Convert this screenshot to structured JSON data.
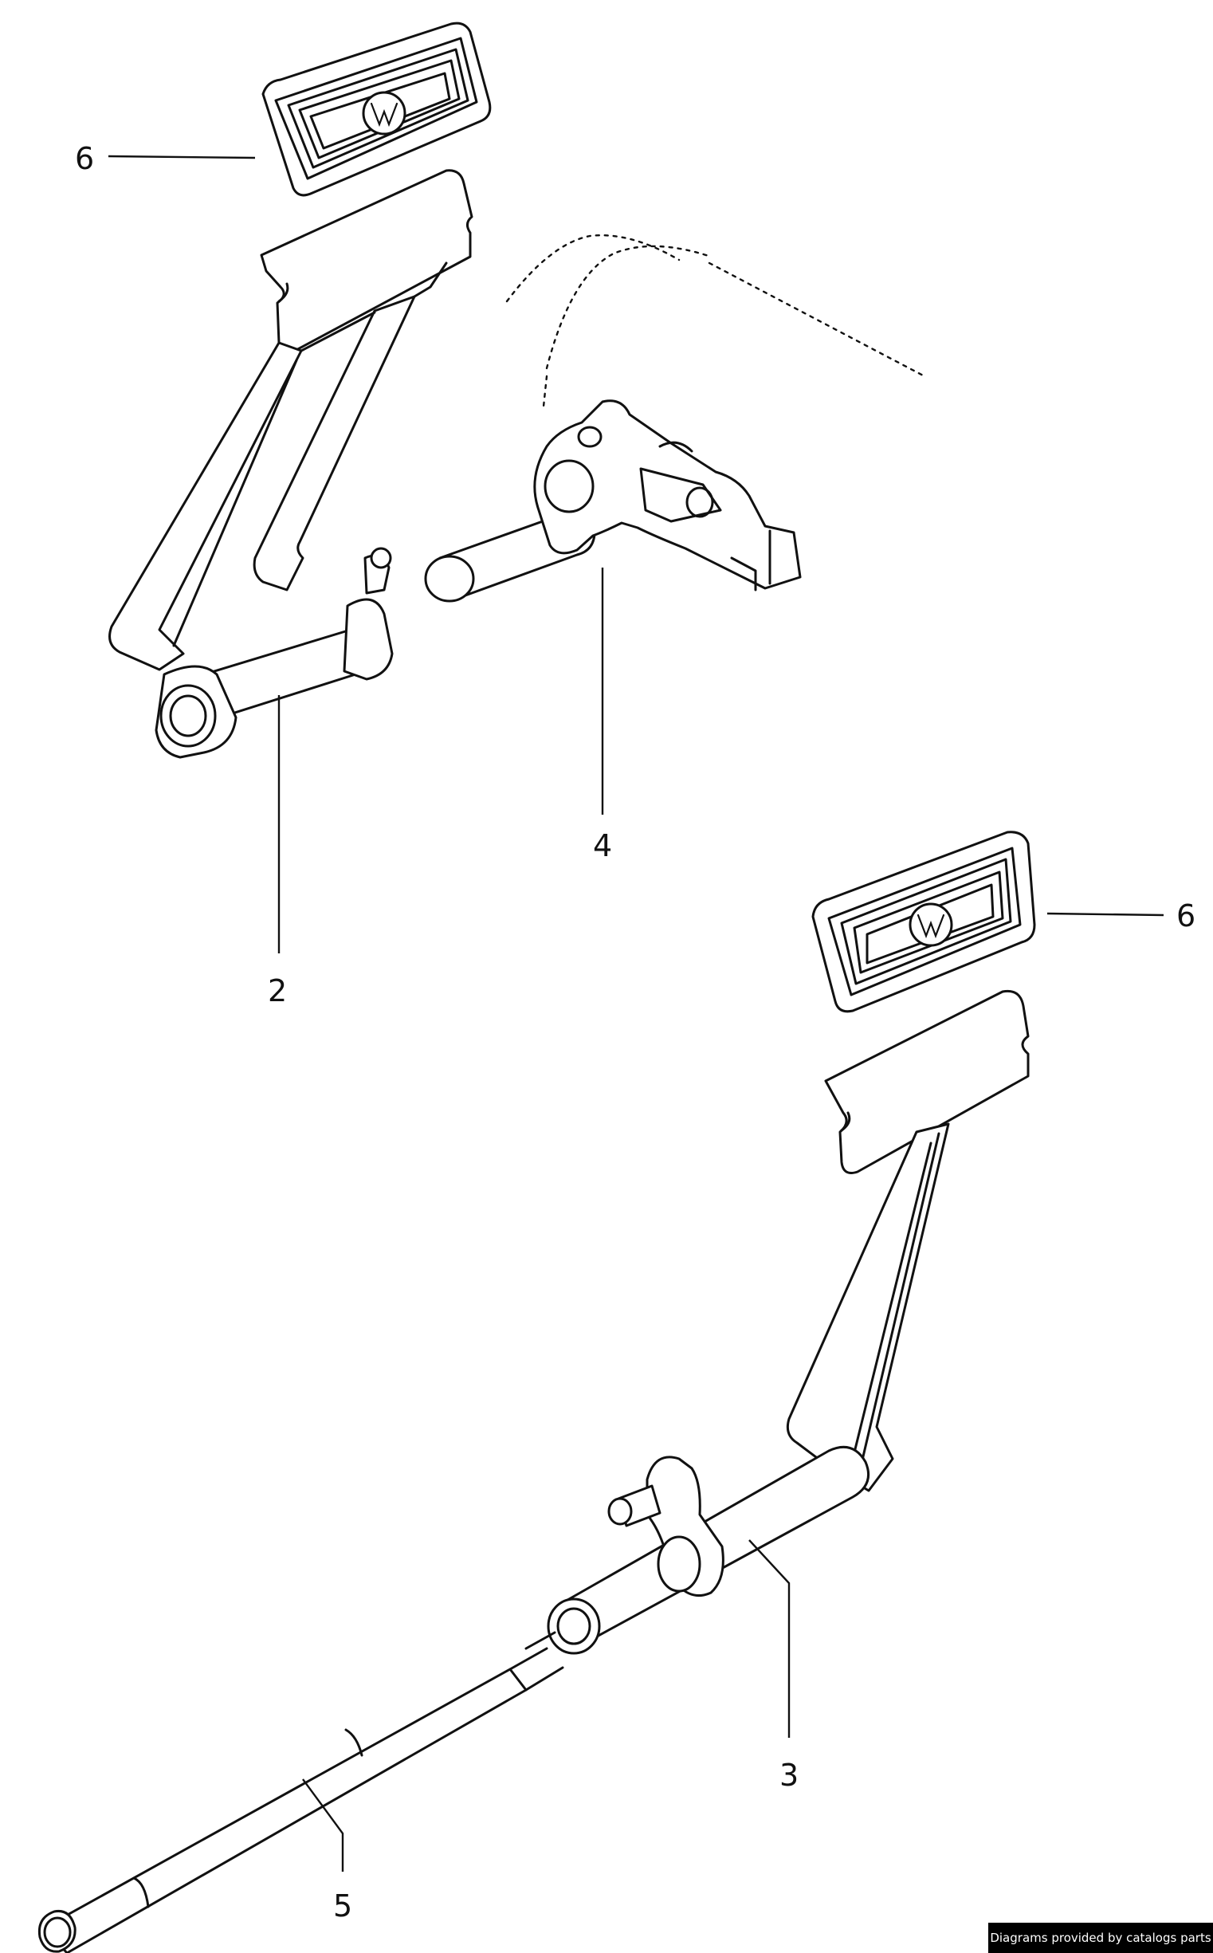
{
  "callouts": {
    "pad_top": "6",
    "clutch_pedal": "2",
    "pedal_cluster_bracket": "4",
    "pad_right": "6",
    "brake_pedal": "3",
    "shaft": "5"
  },
  "credit": "Diagrams provided by catalogs parts",
  "pedal_pad_emblem": "VW-logo-icon"
}
